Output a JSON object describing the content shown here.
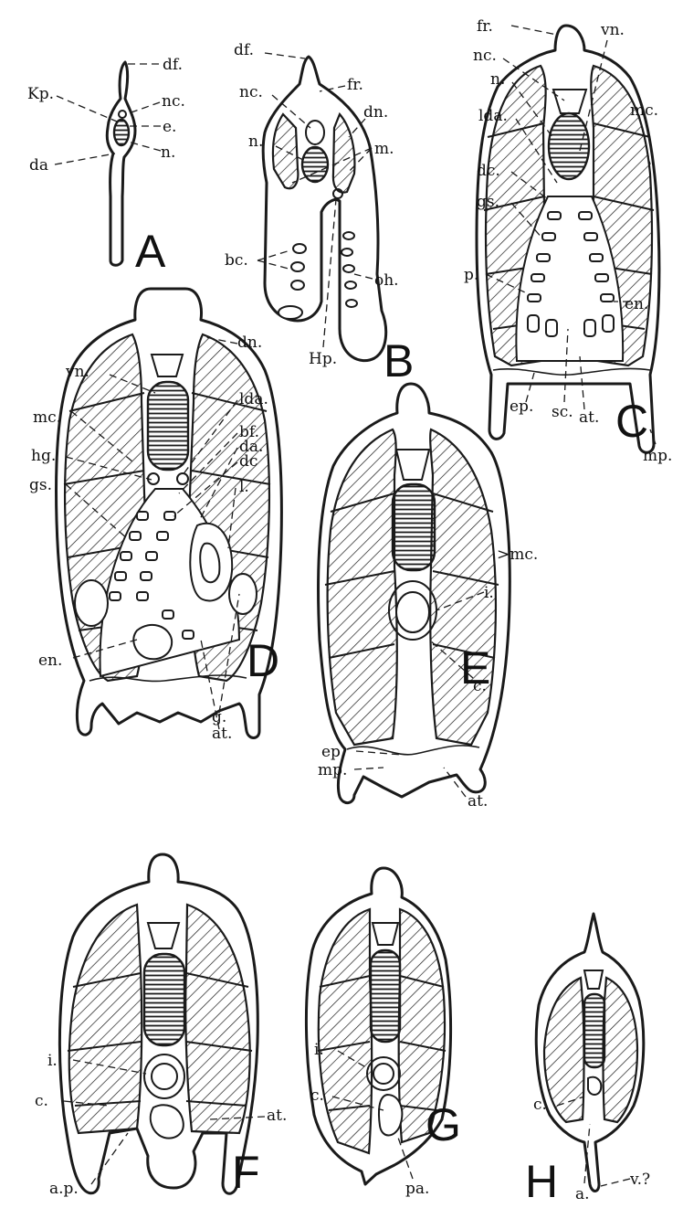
{
  "figures": {
    "A": {
      "letter": "A",
      "labels": {
        "kp": "Kp.",
        "df": "df.",
        "nc": "nc.",
        "e": "e.",
        "n": "n.",
        "da": "da"
      }
    },
    "B": {
      "letter": "B",
      "labels": {
        "df": "df.",
        "fr": "fr.",
        "nc": "nc.",
        "n": "n.",
        "dn": "dn.",
        "m": "m.",
        "bc": "bc.",
        "oh": "oh.",
        "hp": "Hp."
      }
    },
    "C": {
      "letter": "C",
      "labels": {
        "fr": "fr.",
        "vn": "vn.",
        "nc": "nc.",
        "n": "n.",
        "lda": "lda.",
        "mc": "mc.",
        "dc": "dc.",
        "gs": "gs.",
        "p": "p.",
        "en": "en.",
        "ep": "ep.",
        "sc": "sc.",
        "at": "at.",
        "mp": "mp."
      }
    },
    "D": {
      "letter": "D",
      "labels": {
        "vn": "vn.",
        "dn": "dn.",
        "mc": "mc.",
        "lda": "lda.",
        "hg": "hg.",
        "bf": "bf.",
        "da": "da.",
        "dc": "dc",
        "gs": "gs.",
        "l": "l.",
        "en": "en.",
        "g": "g.",
        "at": "at."
      }
    },
    "E": {
      "letter": "E",
      "labels": {
        "mc": ">mc.",
        "i": "i.",
        "c": "c.",
        "ep": "ep.",
        "mp": "mp.",
        "at": "at."
      }
    },
    "F": {
      "letter": "F",
      "labels": {
        "i": "i.",
        "c": "c.",
        "at": "at.",
        "ap": "a.p."
      }
    },
    "G": {
      "letter": "G",
      "labels": {
        "i": "i.",
        "c": "c.",
        "pa": "pa."
      }
    },
    "H": {
      "letter": "H",
      "labels": {
        "c": "c.",
        "a": "a.",
        "v": "v.?"
      }
    }
  }
}
